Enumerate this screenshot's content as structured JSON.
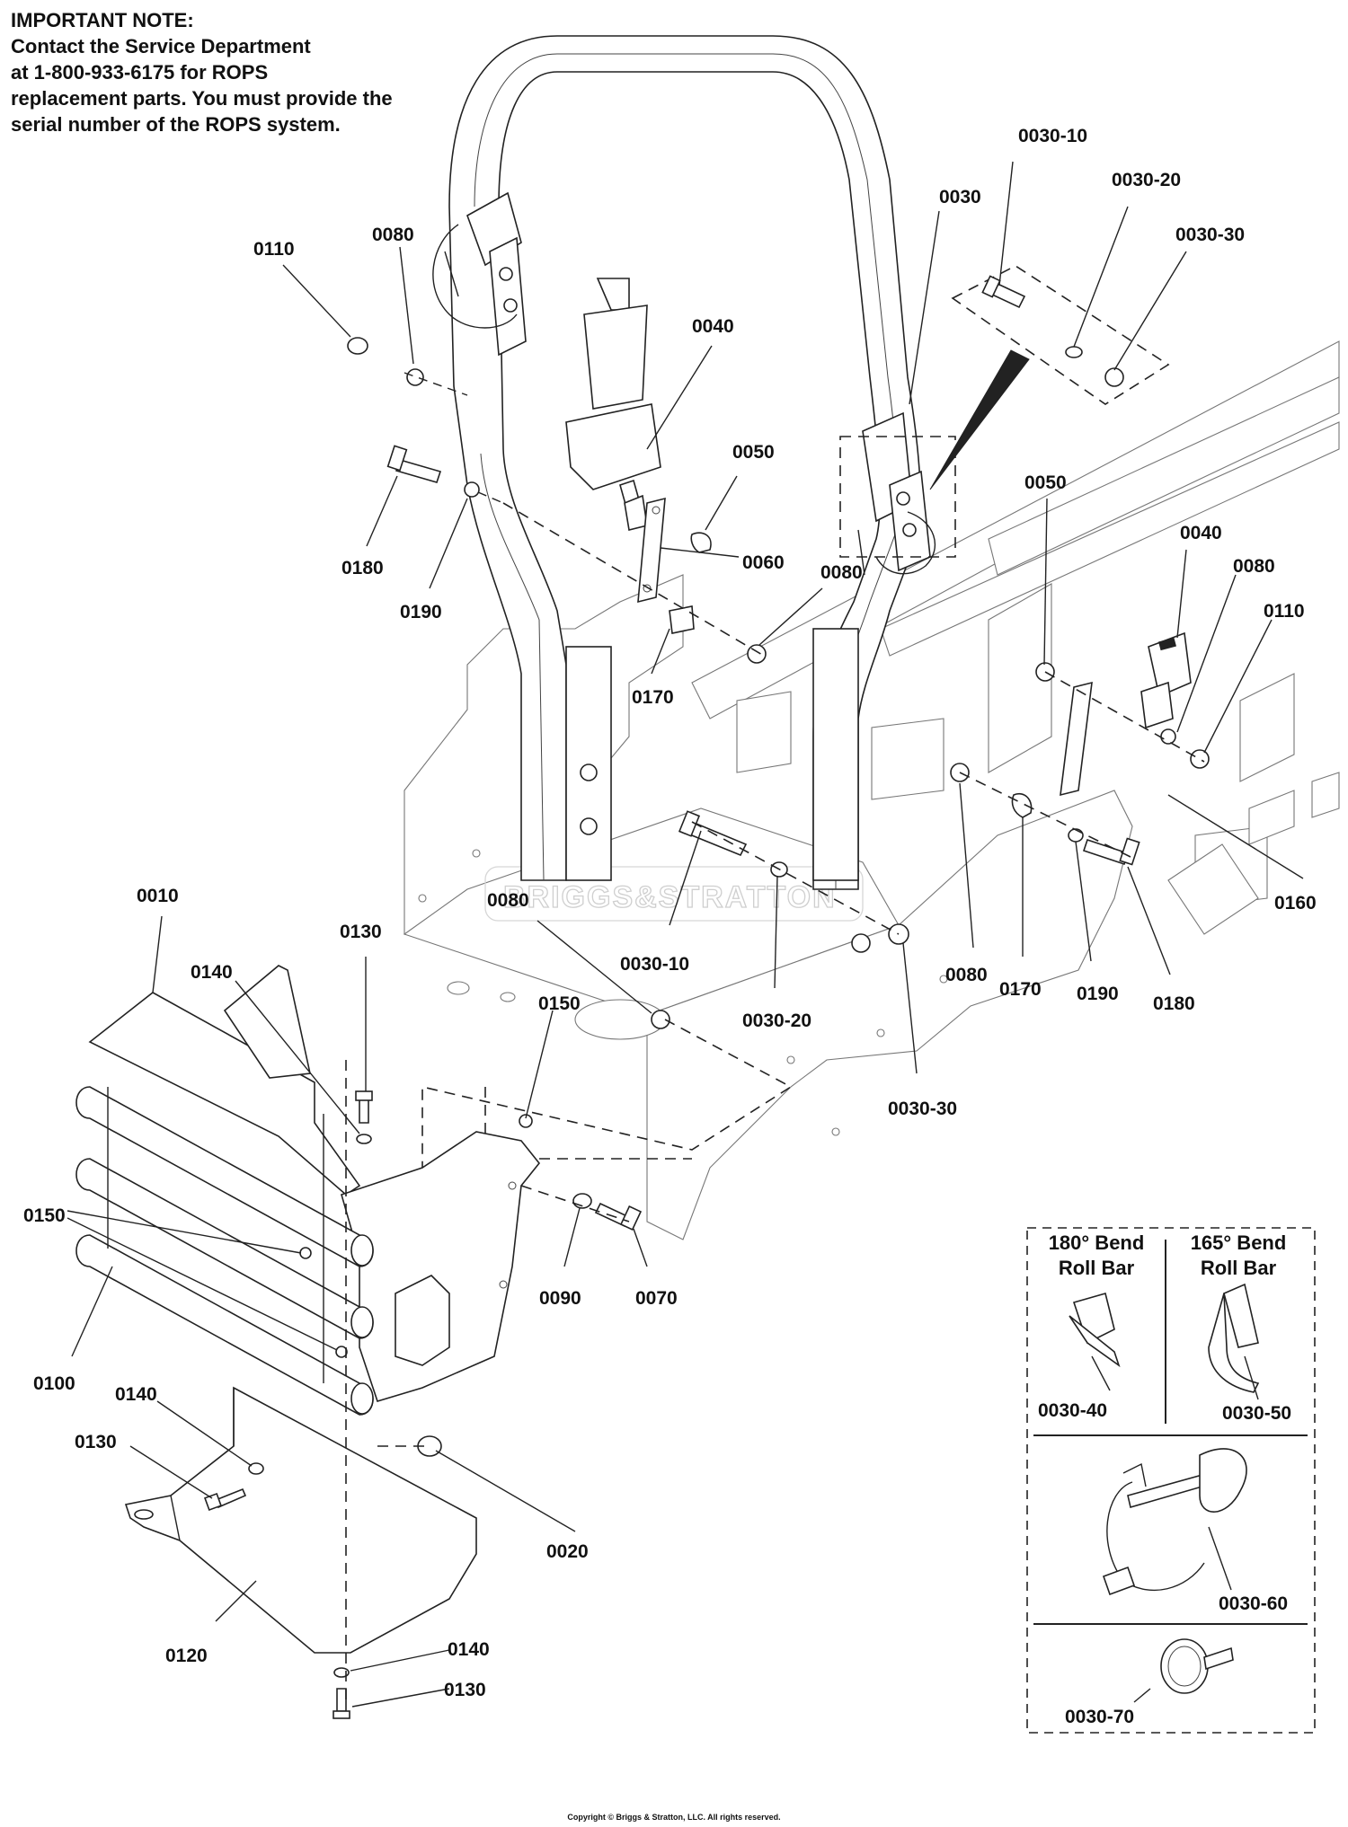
{
  "note": {
    "heading": "IMPORTANT NOTE:",
    "lines": [
      "Contact the Service Department",
      "at 1-800-933-6175 for ROPS",
      "replacement parts. You must provide the",
      "serial number of the ROPS system."
    ]
  },
  "watermark": "BRIGGS&STRATTON",
  "callouts": [
    {
      "id": "c-0030-10-top",
      "text": "0030-10"
    },
    {
      "id": "c-0030-20-top",
      "text": "0030-20"
    },
    {
      "id": "c-0030-30-top",
      "text": "0030-30"
    },
    {
      "id": "c-0030",
      "text": "0030"
    },
    {
      "id": "c-0110-left",
      "text": "0110"
    },
    {
      "id": "c-0080-left",
      "text": "0080"
    },
    {
      "id": "c-0040-left",
      "text": "0040"
    },
    {
      "id": "c-0050-left",
      "text": "0050"
    },
    {
      "id": "c-0060",
      "text": "0060"
    },
    {
      "id": "c-0080-mid",
      "text": "0080"
    },
    {
      "id": "c-0180-left",
      "text": "0180"
    },
    {
      "id": "c-0190-left",
      "text": "0190"
    },
    {
      "id": "c-0170-left",
      "text": "0170"
    },
    {
      "id": "c-0050-right",
      "text": "0050"
    },
    {
      "id": "c-0040-right",
      "text": "0040"
    },
    {
      "id": "c-0080-right",
      "text": "0080"
    },
    {
      "id": "c-0110-right",
      "text": "0110"
    },
    {
      "id": "c-0160",
      "text": "0160"
    },
    {
      "id": "c-0010",
      "text": "0010"
    },
    {
      "id": "c-0130-top",
      "text": "0130"
    },
    {
      "id": "c-0140-top",
      "text": "0140"
    },
    {
      "id": "c-0080-center",
      "text": "0080"
    },
    {
      "id": "c-0030-10-mid",
      "text": "0030-10"
    },
    {
      "id": "c-0030-20-mid",
      "text": "0030-20"
    },
    {
      "id": "c-0030-30-mid",
      "text": "0030-30"
    },
    {
      "id": "c-0150-top",
      "text": "0150"
    },
    {
      "id": "c-0080-lower",
      "text": "0080"
    },
    {
      "id": "c-0170-right",
      "text": "0170"
    },
    {
      "id": "c-0190-right",
      "text": "0190"
    },
    {
      "id": "c-0180-right",
      "text": "0180"
    },
    {
      "id": "c-0150-left",
      "text": "0150"
    },
    {
      "id": "c-0090",
      "text": "0090"
    },
    {
      "id": "c-0070",
      "text": "0070"
    },
    {
      "id": "c-0100",
      "text": "0100"
    },
    {
      "id": "c-0140-mid",
      "text": "0140"
    },
    {
      "id": "c-0130-mid",
      "text": "0130"
    },
    {
      "id": "c-0020",
      "text": "0020"
    },
    {
      "id": "c-0120",
      "text": "0120"
    },
    {
      "id": "c-0140-bottom",
      "text": "0140"
    },
    {
      "id": "c-0130-bottom",
      "text": "0130"
    }
  ],
  "inset": {
    "left_title": [
      "180° Bend",
      "Roll Bar"
    ],
    "right_title": [
      "165° Bend",
      "Roll Bar"
    ],
    "labels": {
      "p40": "0030-40",
      "p50": "0030-50",
      "p60": "0030-60",
      "p70": "0030-70"
    }
  },
  "copyright": "Copyright © Briggs & Stratton, LLC. All rights reserved."
}
